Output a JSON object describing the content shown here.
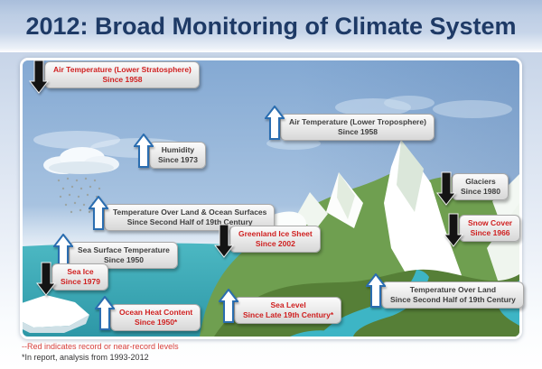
{
  "title": "2012: Broad Monitoring of Climate System",
  "labels": [
    {
      "id": "air-temp-lower-stratosphere",
      "line1": "Air Temperature (Lower Stratosphere)",
      "line2": "Since 1958",
      "trend": "down",
      "record": true
    },
    {
      "id": "air-temp-lower-troposphere",
      "line1": "Air Temperature (Lower Troposphere)",
      "line2": "Since 1958",
      "trend": "up",
      "record": false
    },
    {
      "id": "humidity",
      "line1": "Humidity",
      "line2": "Since 1973",
      "trend": "up",
      "record": false
    },
    {
      "id": "temp-over-land-ocean-surfaces",
      "line1": "Temperature Over Land & Ocean Surfaces",
      "line2": "Since Second Half of 19th Century",
      "trend": "up",
      "record": false
    },
    {
      "id": "sea-surface-temperature",
      "line1": "Sea Surface Temperature",
      "line2": "Since 1950",
      "trend": "up",
      "record": false
    },
    {
      "id": "sea-ice",
      "line1": "Sea Ice",
      "line2": "Since 1979",
      "trend": "down",
      "record": true
    },
    {
      "id": "ocean-heat-content",
      "line1": "Ocean Heat Content",
      "line2": "Since 1950*",
      "trend": "up",
      "record": true
    },
    {
      "id": "greenland-ice-sheet",
      "line1": "Greenland Ice Sheet",
      "line2": "Since 2002",
      "trend": "down",
      "record": true
    },
    {
      "id": "sea-level",
      "line1": "Sea Level",
      "line2": "Since Late 19th Century*",
      "trend": "up",
      "record": true
    },
    {
      "id": "glaciers",
      "line1": "Glaciers",
      "line2": "Since 1980",
      "trend": "down",
      "record": false
    },
    {
      "id": "snow-cover",
      "line1": "Snow Cover",
      "line2": "Since 1966",
      "trend": "down",
      "record": true
    },
    {
      "id": "temp-over-land",
      "line1": "Temperature Over Land",
      "line2": "Since Second Half of 19th Century",
      "trend": "up",
      "record": false
    }
  ],
  "footer": {
    "red_note": "--Red indicates record or near-record levels",
    "black_note": "*In report, analysis from 1993-2012"
  },
  "colors": {
    "title_navy": "#1e3a66",
    "record_red": "#cf1f1f",
    "label_dark": "#3d3d3d",
    "up_arrow_stroke": "#2a6db0",
    "down_arrow_fill": "#141414",
    "ocean_teal": "#3aacb8",
    "land_green": "#6f9f50",
    "sky_blue": "#8fb2d8"
  }
}
